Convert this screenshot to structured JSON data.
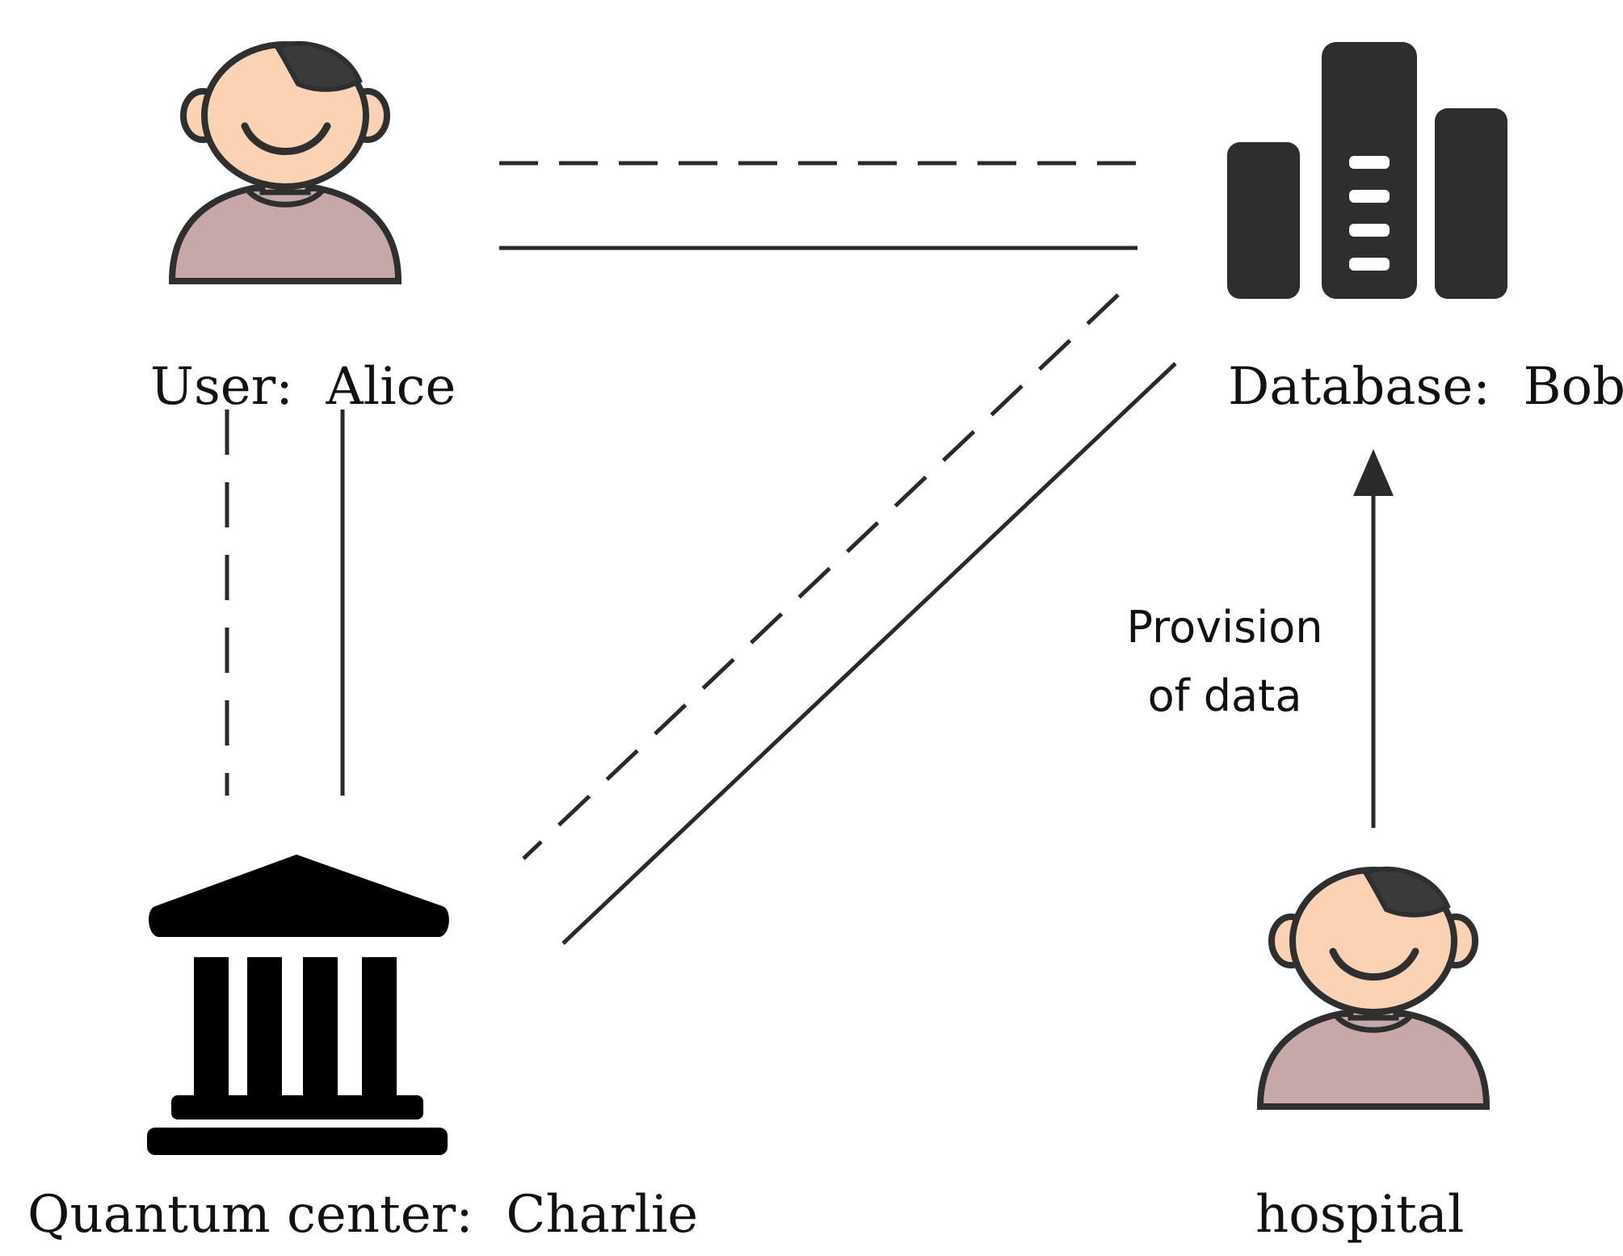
{
  "nodes": {
    "alice": {
      "label": "User:  Alice"
    },
    "bob": {
      "label": "Database:  Bob"
    },
    "charlie": {
      "label": "Quantum center:  Charlie"
    },
    "hospital": {
      "label": "hospital"
    }
  },
  "edges": {
    "hospital_to_bob": {
      "label_line1": "Provision",
      "label_line2": "of data"
    }
  },
  "colors": {
    "line": "#2a2a2a",
    "skin": "#fbd3b4",
    "hair": "#3a3a3a",
    "shirt": "#c7a8a8",
    "outline": "#2f2f2f",
    "database": "#2d2d2d",
    "building": "#000000"
  },
  "icons": {
    "alice": "person-icon",
    "bob": "database-icon",
    "charlie": "building-icon",
    "hospital": "person-icon"
  }
}
